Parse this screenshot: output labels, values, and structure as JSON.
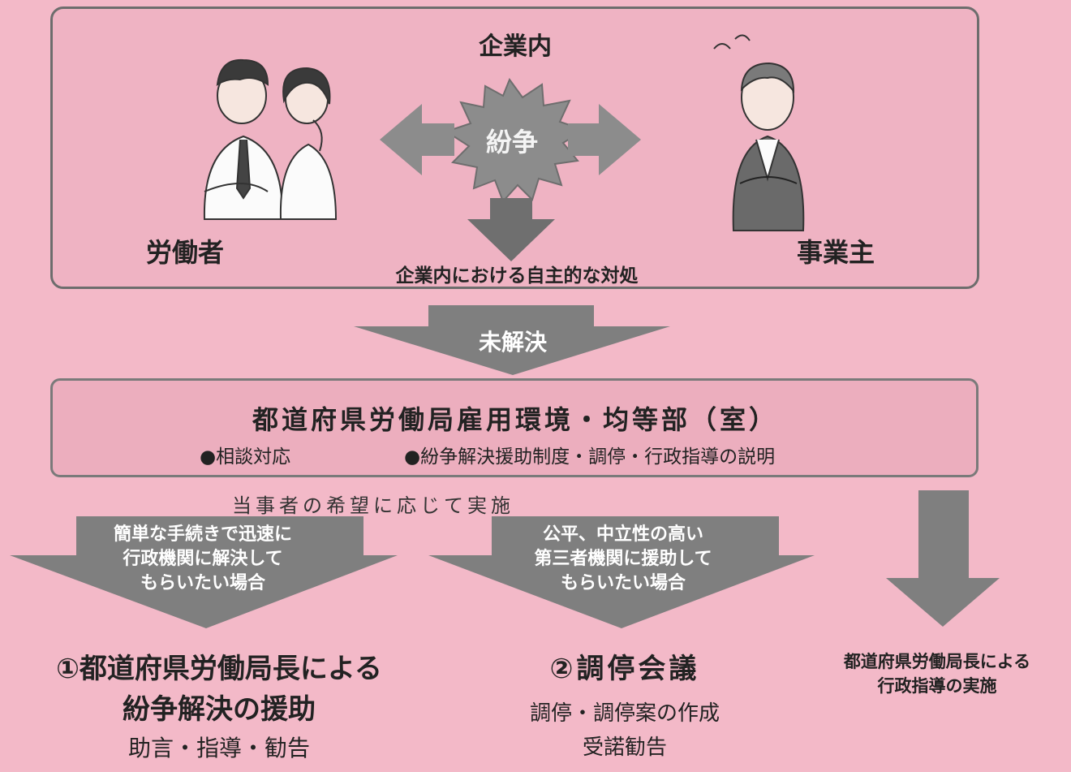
{
  "top": {
    "title": "企業内",
    "center": "紛争",
    "left_label": "労働者",
    "right_label": "事業主",
    "bottom_note": "企業内における自主的な対処"
  },
  "flow1": {
    "label": "未解決"
  },
  "office": {
    "title": "都道府県労働局雇用環境・均等部（室）",
    "item1": "●相談対応",
    "item2": "●紛争解決援助制度・調停・行政指導の説明"
  },
  "note": "当事者の希望に応じて実施",
  "left_arrow": {
    "lines": [
      "簡単な手続きで迅速に",
      "行政機関に解決して",
      "もらいたい場合"
    ]
  },
  "mid_arrow": {
    "lines": [
      "公平、中立性の高い",
      "第三者機関に援助して",
      "もらいたい場合"
    ]
  },
  "result1": {
    "title1": "①都道府県労働局長による",
    "title2": "紛争解決の援助",
    "sub": "助言・指導・勧告"
  },
  "result2": {
    "title": "②調停会議",
    "sub1": "調停・調停案の作成",
    "sub2": "受諾勧告"
  },
  "result3": {
    "line1": "都道府県労働局長による",
    "line2": "行政指導の実施"
  },
  "colors": {
    "background": "#f3b9c8",
    "arrow": "#7f7f7f",
    "border": "#6d6d6d"
  }
}
